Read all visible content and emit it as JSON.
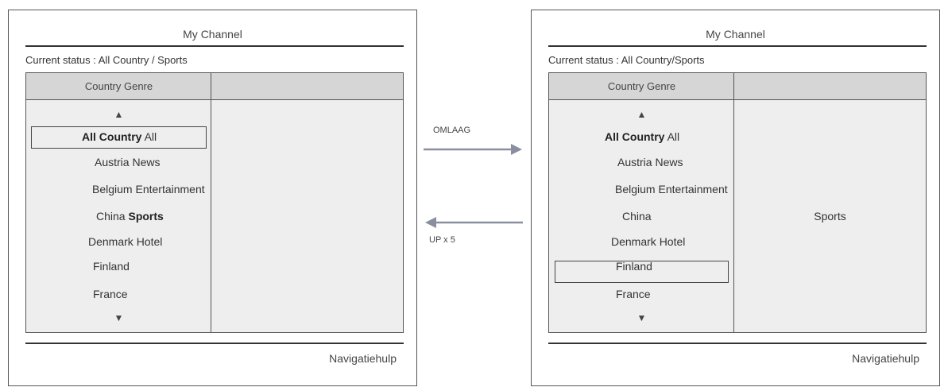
{
  "left_screen": {
    "title": "My Channel",
    "status": "Current status : All Country / Sports",
    "header": "Country Genre",
    "arrow_up": "▲",
    "arrow_down": "▼",
    "rows": [
      {
        "country": "All Country",
        "genre": "All"
      },
      {
        "country": "Austria",
        "genre": "News"
      },
      {
        "country": "Belgium",
        "genre": "Entertainment"
      },
      {
        "country": "China",
        "genre": "Sports"
      },
      {
        "country": "Denmark",
        "genre": "Hotel"
      },
      {
        "country": "Finland",
        "genre": ""
      },
      {
        "country": "France",
        "genre": ""
      }
    ],
    "right_value": "",
    "help": "Navigatiehulp"
  },
  "right_screen": {
    "title": "My Channel",
    "status": "Current status : All Country/Sports",
    "header": "Country Genre",
    "arrow_up": "▲",
    "arrow_down": "▼",
    "rows": [
      {
        "country": "All Country",
        "genre": "All"
      },
      {
        "country": "Austria",
        "genre": "News"
      },
      {
        "country": "Belgium",
        "genre": "Entertainment"
      },
      {
        "country": "China",
        "genre": ""
      },
      {
        "country": "Denmark",
        "genre": "Hotel"
      },
      {
        "country": "Finland",
        "genre": ""
      },
      {
        "country": "France",
        "genre": ""
      }
    ],
    "right_value": "Sports",
    "help": "Navigatiehulp"
  },
  "connectors": {
    "forward_label": "OMLAAG",
    "back_label": "UP x 5"
  }
}
